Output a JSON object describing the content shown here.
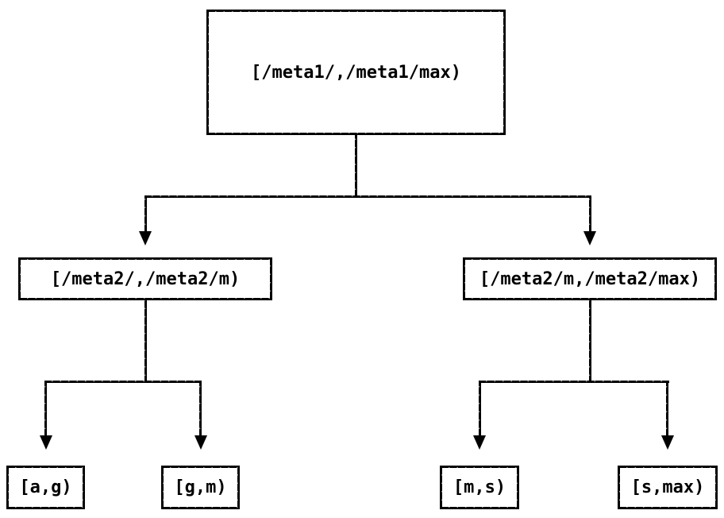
{
  "diagram": {
    "type": "tree",
    "description": "Range partition tree with interval-labelled nodes",
    "colors": {
      "background": "#ffffff",
      "line": "#000000",
      "text": "#000000"
    }
  },
  "tree": {
    "root": {
      "label": "[/meta1/,/meta1/max)",
      "children": [
        {
          "label": "[/meta2/,/meta2/m)",
          "children": [
            {
              "label": "[a,g)",
              "children": []
            },
            {
              "label": "[g,m)",
              "children": []
            }
          ]
        },
        {
          "label": "[/meta2/m,/meta2/max)",
          "children": [
            {
              "label": "[m,s)",
              "children": []
            },
            {
              "label": "[s,max)",
              "children": []
            }
          ]
        }
      ]
    }
  }
}
